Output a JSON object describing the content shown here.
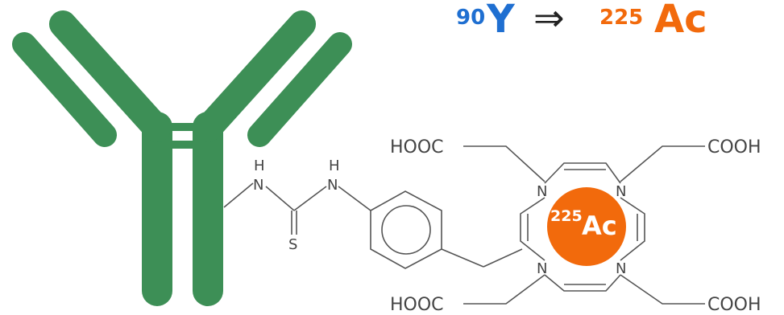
{
  "colors": {
    "antibody": "#3d8f56",
    "isotope_from": "#1f6fd1",
    "isotope_to": "#f26a0c",
    "metal_circle": "#f26a0c",
    "bond": "#555555",
    "text": "#444444"
  },
  "header": {
    "from_mass": "90",
    "from_symbol": "Y",
    "arrow": "⇒",
    "to_mass": "225",
    "to_symbol": "Ac"
  },
  "chelate": {
    "metal_mass": "225",
    "metal_symbol": "Ac",
    "acid_top_left": "HOOC",
    "acid_top_right": "COOH",
    "acid_bottom_left": "HOOC",
    "acid_bottom_right": "COOH",
    "ring_n": "N"
  },
  "linker": {
    "nh_h": "H",
    "nh_n": "N",
    "sulfur": "S"
  }
}
